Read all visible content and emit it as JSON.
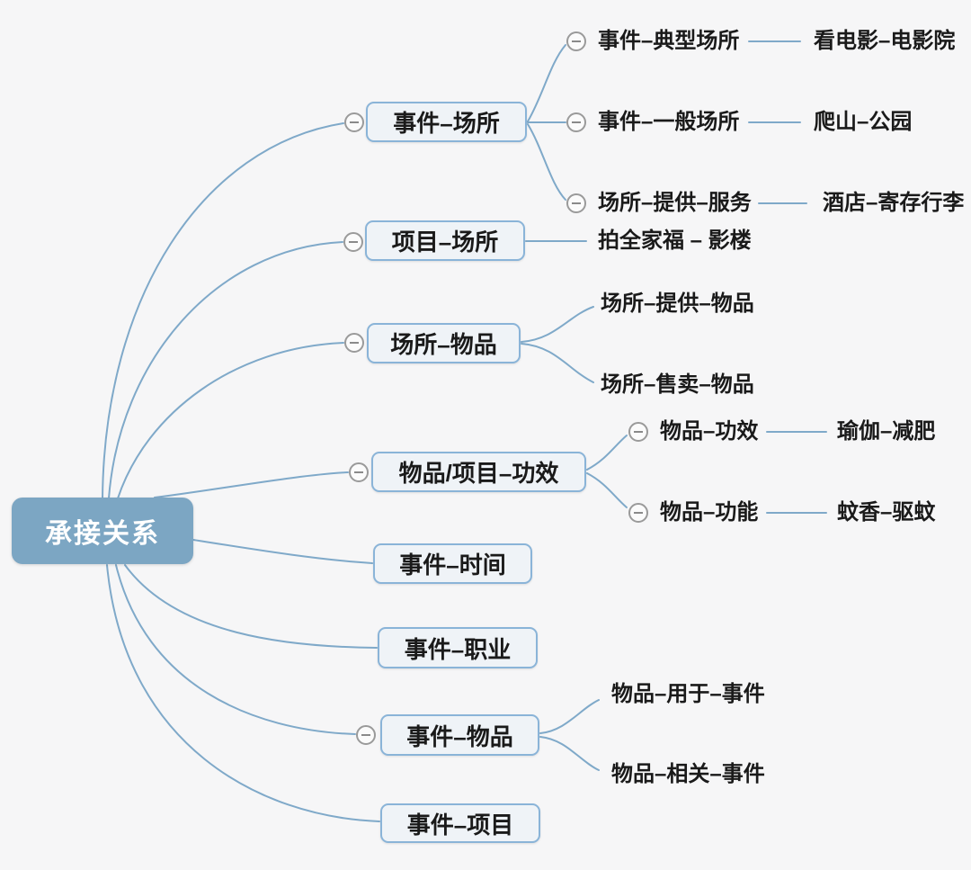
{
  "diagram": {
    "type": "mindmap",
    "root": {
      "label": "承接关系"
    },
    "branches": [
      {
        "label": "事件–场所",
        "children": [
          {
            "label": "事件–典型场所",
            "children": [
              {
                "label": "看电影–电影院"
              }
            ]
          },
          {
            "label": "事件–一般场所",
            "children": [
              {
                "label": "爬山–公园"
              }
            ]
          },
          {
            "label": "场所–提供–服务",
            "children": [
              {
                "label": "酒店–寄存行李"
              }
            ]
          }
        ]
      },
      {
        "label": "项目–场所",
        "children": [
          {
            "label": "拍全家福 – 影楼"
          }
        ]
      },
      {
        "label": "场所–物品",
        "children": [
          {
            "label": "场所–提供–物品"
          },
          {
            "label": "场所–售卖–物品"
          }
        ]
      },
      {
        "label": "物品/项目–功效",
        "children": [
          {
            "label": "物品–功效",
            "children": [
              {
                "label": "瑜伽–减肥"
              }
            ]
          },
          {
            "label": "物品–功能",
            "children": [
              {
                "label": "蚊香–驱蚊"
              }
            ]
          }
        ]
      },
      {
        "label": "事件–时间",
        "children": []
      },
      {
        "label": "事件–职业",
        "children": []
      },
      {
        "label": "事件–物品",
        "children": [
          {
            "label": "物品–用于–事件"
          },
          {
            "label": "物品–相关–事件"
          }
        ]
      },
      {
        "label": "事件–项目",
        "children": []
      }
    ],
    "colors": {
      "background": "#f6f6f7",
      "root_fill": "#7ca6c3",
      "root_text": "#ffffff",
      "node_fill": "#eff3f7",
      "node_border": "#8ab4d8",
      "edge": "#7fa9c9",
      "collapse_icon_border": "#9a9a9a",
      "text": "#1a1a1a"
    },
    "icons": {
      "collapse": "minus-circle-icon"
    }
  }
}
